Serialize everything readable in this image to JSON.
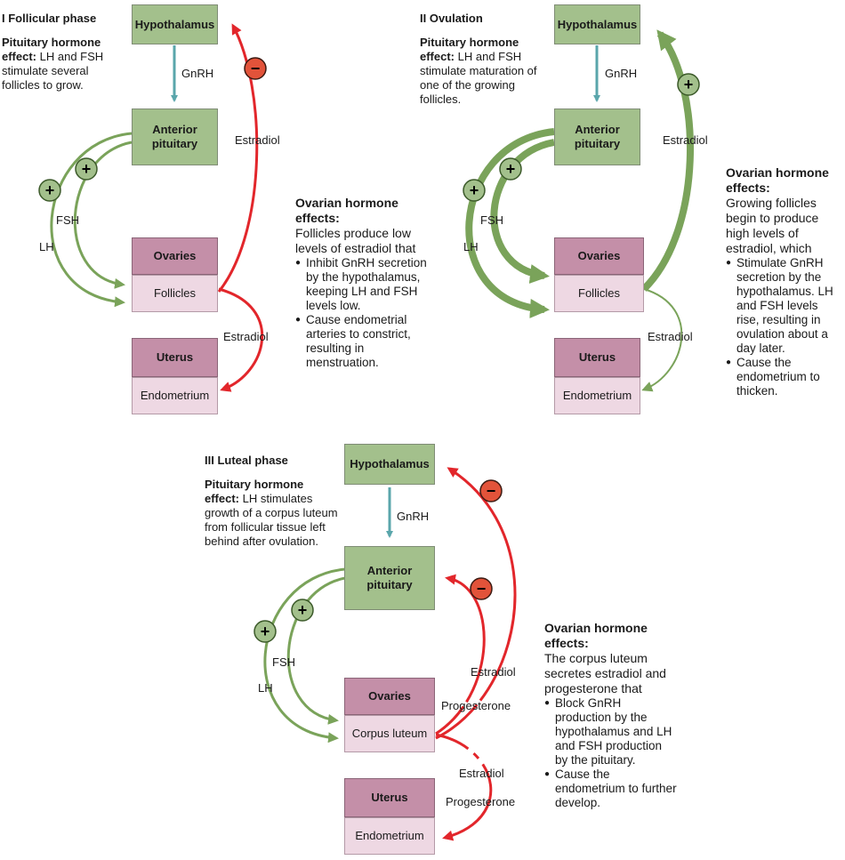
{
  "panels": [
    {
      "title": "I Follicular phase",
      "pituitary_heading": "Pituitary hormone effect:",
      "pituitary_text": " LH and FSH stimulate several follicles to grow.",
      "hypothalamus": "Hypothalamus",
      "anterior_pituitary": "Anterior pituitary",
      "ovaries": "Ovaries",
      "ovary_part": "Follicles",
      "uterus": "Uterus",
      "endometrium": "Endometrium",
      "gnrh": "GnRH",
      "fsh": "FSH",
      "lh": "LH",
      "estradiol_upper": "Estradiol",
      "estradiol_lower": "Estradiol",
      "ovarian_heading": "Ovarian hormone effects:",
      "ovarian_intro": "Follicles produce low levels of estradiol that",
      "bullets": [
        "Inhibit GnRH secretion by the hypothalamus, keeping LH and FSH levels low.",
        "Cause endometrial arteries to constrict, resulting in menstruation."
      ]
    },
    {
      "title": "II Ovulation",
      "pituitary_heading": "Pituitary hormone effect:",
      "pituitary_text": " LH and FSH stimulate maturation of one of the growing follicles.",
      "hypothalamus": "Hypothalamus",
      "anterior_pituitary": "Anterior pituitary",
      "ovaries": "Ovaries",
      "ovary_part": "Follicles",
      "uterus": "Uterus",
      "endometrium": "Endometrium",
      "gnrh": "GnRH",
      "fsh": "FSH",
      "lh": "LH",
      "estradiol_upper": "Estradiol",
      "estradiol_lower": "Estradiol",
      "ovarian_heading": "Ovarian hormone effects:",
      "ovarian_intro": "Growing follicles begin to produce high levels of estradiol, which",
      "bullets": [
        "Stimulate GnRH secretion by the hypothalamus. LH and FSH levels rise, resulting in ovulation about a day later.",
        "Cause the endometrium to thicken."
      ]
    },
    {
      "title": "III Luteal phase",
      "pituitary_heading": "Pituitary hormone effect:",
      "pituitary_text": " LH stimulates growth of a corpus luteum from follicular tissue left behind after ovulation.",
      "hypothalamus": "Hypothalamus",
      "anterior_pituitary": "Anterior pituitary",
      "ovaries": "Ovaries",
      "ovary_part": "Corpus luteum",
      "uterus": "Uterus",
      "endometrium": "Endometrium",
      "gnrh": "GnRH",
      "fsh": "FSH",
      "lh": "LH",
      "estradiol_upper": "Estradiol",
      "progesterone_upper": "Progesterone",
      "estradiol_lower": "Estradiol",
      "progesterone_lower": "Progesterone",
      "ovarian_heading": "Ovarian hormone effects:",
      "ovarian_intro": "The corpus luteum secretes estradiol and progesterone that",
      "bullets": [
        "Block GnRH production by the hypothalamus and LH and FSH production by the pituitary.",
        "Cause the endometrium to further develop."
      ]
    }
  ],
  "colors": {
    "gland": "#a3c08c",
    "ovary_header": "#c48fa8",
    "ovary_body": "#eed8e3",
    "stimulate": "#7aa35a",
    "inhibit": "#e2262b",
    "gnrh_arrow": "#5aa6ab"
  },
  "symbols": {
    "plus": "+",
    "minus": "−"
  }
}
